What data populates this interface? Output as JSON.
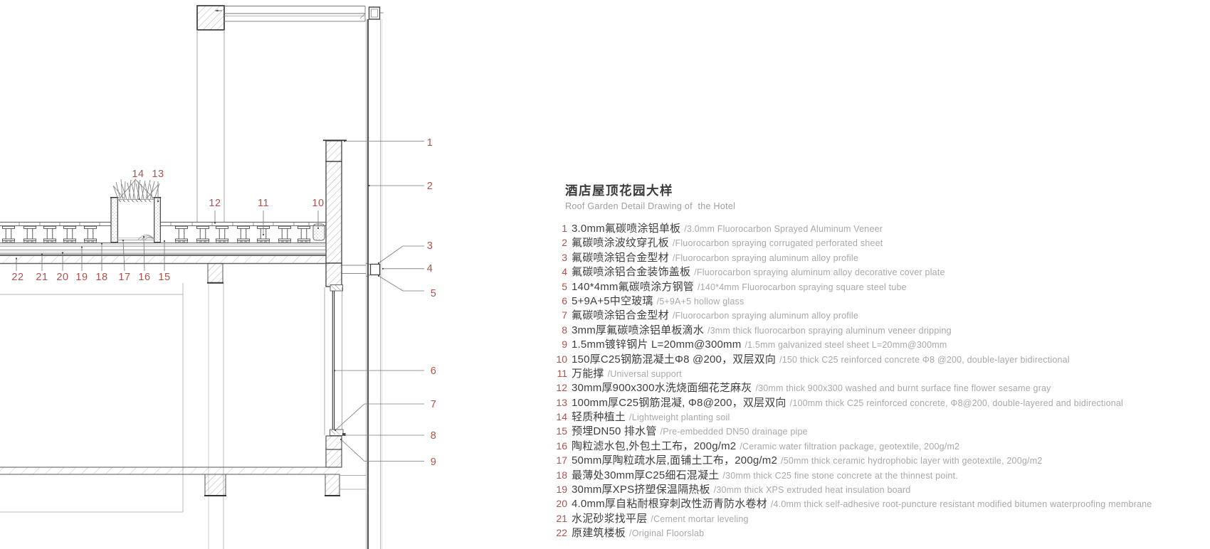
{
  "page": {
    "background": "#ffffff"
  },
  "colors": {
    "accent_red": "#ad524c",
    "text_dark": "#3d3d3d",
    "text_gray": "#a8a8a8",
    "line_dark": "#3a3a3a",
    "line_gray": "#999999"
  },
  "drawing": {
    "description": "Roof garden construction detail section drawing",
    "callouts": [
      "1",
      "2",
      "3",
      "4",
      "5",
      "6",
      "7",
      "8",
      "9",
      "10",
      "11",
      "12",
      "13",
      "14",
      "15",
      "16",
      "17",
      "18",
      "19",
      "20",
      "21",
      "22"
    ]
  },
  "legend": {
    "title_zh": "酒店屋顶花园大样",
    "title_en": "Roof Garden Detail Drawing of  the Hotel",
    "items": [
      {
        "no": "1",
        "zh": "3.0mm氟碳喷涂铝单板",
        "en": "/3.0mm Fluorocarbon Sprayed Aluminum Veneer"
      },
      {
        "no": "2",
        "zh": "氟碳喷涂波纹穿孔板",
        "en": "/Fluorocarbon spraying corrugated perforated sheet"
      },
      {
        "no": "3",
        "zh": "氟碳喷涂铝合金型材",
        "en": "/Fluorocarbon spraying aluminum alloy profile"
      },
      {
        "no": "4",
        "zh": "氟碳喷涂铝合金装饰盖板",
        "en": "/Fluorocarbon spraying aluminum alloy decorative cover plate"
      },
      {
        "no": "5",
        "zh": "140*4mm氟碳喷涂方钢管",
        "en": "/140*4mm Fluorocarbon spraying square steel tube"
      },
      {
        "no": "6",
        "zh": "5+9A+5中空玻璃",
        "en": "/5+9A+5 hollow glass"
      },
      {
        "no": "7",
        "zh": "氟碳喷涂铝合金型材",
        "en": "/Fluorocarbon spraying aluminum alloy profile"
      },
      {
        "no": "8",
        "zh": "3mm厚氟碳喷涂铝单板滴水",
        "en": "/3mm thick fluorocarbon spraying aluminum veneer dripping"
      },
      {
        "no": "9",
        "zh": "1.5mm镀锌钢片 L=20mm@300mm",
        "en": "/1.5mm galvanized steel sheet L=20mm@300mm"
      },
      {
        "no": "10",
        "zh": "150厚C25钢筋混凝土Φ8 @200，双层双向",
        "en": "/150 thick C25 reinforced concrete Φ8 @200, double-layer bidirectional"
      },
      {
        "no": "11",
        "zh": "万能撑",
        "en": "/Universal support"
      },
      {
        "no": "12",
        "zh": "30mm厚900x300水洗烧面细花芝麻灰",
        "en": "/30mm thick 900x300 washed and burnt surface fine flower sesame gray"
      },
      {
        "no": "13",
        "zh": "100mm厚C25钢筋混凝, Φ8@200，双层双向",
        "en": "/100mm thick C25 reinforced concrete, Φ8@200, double-layered and bidirectional"
      },
      {
        "no": "14",
        "zh": "轻质种植土",
        "en": "/Lightweight planting soil"
      },
      {
        "no": "15",
        "zh": "预埋DN50 排水管",
        "en": "/Pre-embedded DN50 drainage pipe"
      },
      {
        "no": "16",
        "zh": "陶粒滤水包,外包土工布，200g/m2",
        "en": "/Ceramic water filtration package, geotextile, 200g/m2"
      },
      {
        "no": "17",
        "zh": "50mm厚陶粒疏水层,面铺土工布，200g/m2",
        "en": "/50mm thick ceramic hydrophobic layer with geotextile, 200g/m2"
      },
      {
        "no": "18",
        "zh": "最薄处30mm厚C25细石混凝土",
        "en": "/30mm thick C25 fine stone concrete at the thinnest point."
      },
      {
        "no": "19",
        "zh": "30mm厚XPS挤塑保温隔热板",
        "en": "/30mm thick XPS extruded heat insulation board"
      },
      {
        "no": "20",
        "zh": "4.0mm厚自粘耐根穿刺改性沥青防水卷材",
        "en": "/4.0mm thick self-adhesive root-puncture resistant modified bitumen waterproofing membrane"
      },
      {
        "no": "21",
        "zh": "水泥砂浆找平层",
        "en": "/Cement mortar leveling"
      },
      {
        "no": "22",
        "zh": "原建筑楼板",
        "en": "/Original Floorslab"
      }
    ]
  }
}
